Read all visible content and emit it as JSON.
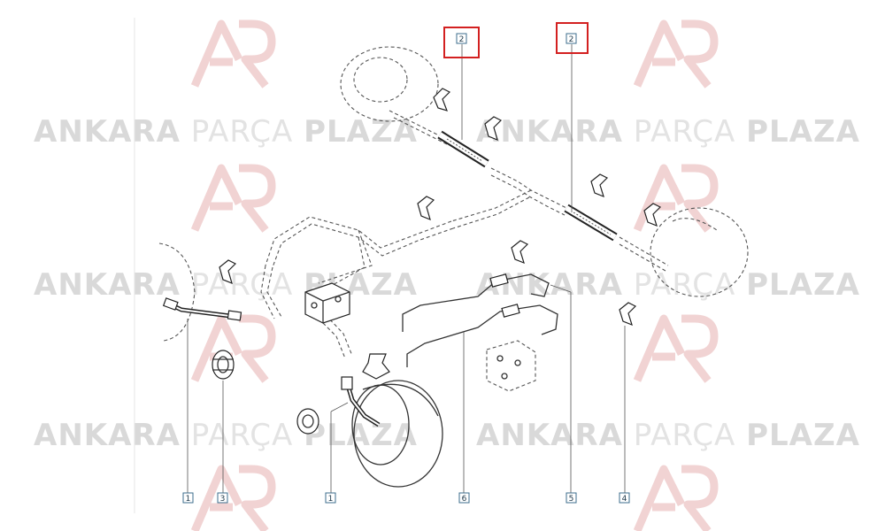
{
  "watermark": {
    "word1": "ANKARA",
    "word2": "PARÇA",
    "word3": "PLAZA",
    "logo_text": "AP"
  },
  "callouts": [
    {
      "id": "hose-1-left",
      "label": "1"
    },
    {
      "id": "nut-3",
      "label": "3"
    },
    {
      "id": "hose-1-front",
      "label": "1"
    },
    {
      "id": "pipe-6",
      "label": "6"
    },
    {
      "id": "pipe-5",
      "label": "5"
    },
    {
      "id": "clip-4",
      "label": "4"
    },
    {
      "id": "hose-2-left",
      "label": "2"
    },
    {
      "id": "hose-2-right",
      "label": "2"
    }
  ],
  "colors": {
    "highlight": "#d32020",
    "callout_border": "#3c6e8c",
    "watermark_logo": "#f2d6d6"
  }
}
